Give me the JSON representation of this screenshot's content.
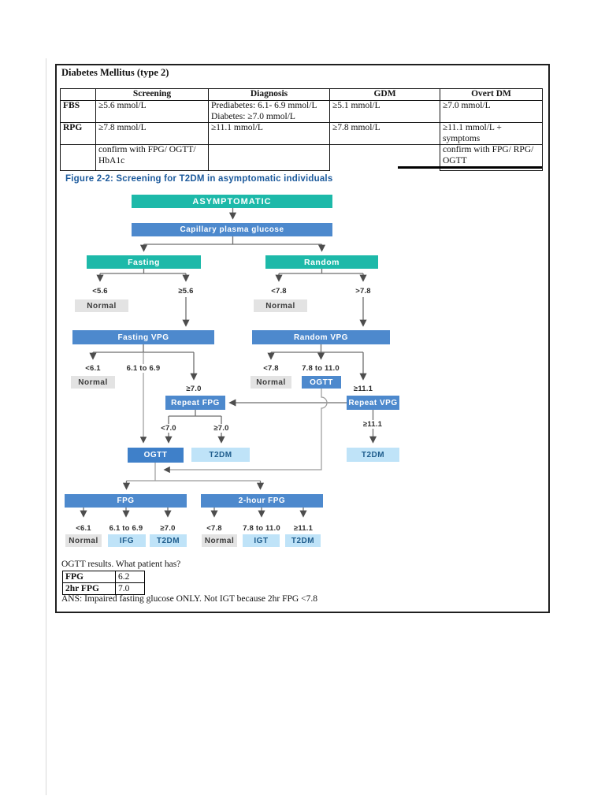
{
  "doc": {
    "title": "Diabetes Mellitus (type 2)"
  },
  "summary_table": {
    "col_headers": {
      "c1": "Screening",
      "c2": "Diagnosis",
      "c3": "GDM",
      "c4": "Overt DM"
    },
    "fbs": {
      "label": "FBS",
      "screening": "≥5.6 mmol/L",
      "diagnosis": "Prediabetes: 6.1- 6.9 mmol/L\nDiabetes: ≥7.0 mmol/L",
      "gdm": "≥5.1 mmol/L",
      "overt_dm": "≥7.0 mmol/L"
    },
    "rpg": {
      "label": "RPG",
      "screening": "≥7.8 mmol/L",
      "diagnosis": "≥11.1 mmol/L",
      "gdm": "≥7.8 mmol/L",
      "overt_dm": "≥11.1 mmol/L +\nsymptoms"
    },
    "confirm": {
      "screening": "confirm with FPG/ OGTT/\nHbA1c",
      "overt_dm": "confirm with FPG/ RPG/\nOGTT"
    }
  },
  "figure": {
    "caption": "Figure 2-2: Screening for T2DM in asymptomatic individuals",
    "nodes": {
      "asymptomatic": "ASYMPTOMATIC",
      "capillary": "Capillary plasma glucose",
      "fasting": "Fasting",
      "random": "Random",
      "lt56": "<5.6",
      "ge56": "≥5.6",
      "lt78a": "<7.8",
      "gt78": ">7.8",
      "normal_a": "Normal",
      "normal_b": "Normal",
      "fasting_vpg": "Fasting VPG",
      "random_vpg": "Random VPG",
      "lt61a": "<6.1",
      "r6169a": "6.1 to 6.9",
      "ge70a": "≥7.0",
      "normal_c": "Normal",
      "lt78b": "<7.8",
      "r78110a": "7.8 to 11.0",
      "ge111a": "≥11.1",
      "normal_d": "Normal",
      "ogtt_a": "OGTT",
      "repeat_fpg": "Repeat FPG",
      "repeat_vpg": "Repeat VPG",
      "lt70": "<7.0",
      "ge70b": "≥7.0",
      "ge111b": "≥11.1",
      "ogtt_b": "OGTT",
      "t2dm_a": "T2DM",
      "t2dm_b": "T2DM",
      "fpg": "FPG",
      "two_hr_fpg": "2-hour FPG",
      "lt61b": "<6.1",
      "r6169b": "6.1 to 6.9",
      "ge70c": "≥7.0",
      "lt78c": "<7.8",
      "r78110b": "7.8 to 11.0",
      "ge111c": "≥11.1",
      "normal_e": "Normal",
      "ifg": "IFG",
      "t2dm_c": "T2DM",
      "normal_f": "Normal",
      "igt": "IGT",
      "t2dm_d": "T2DM"
    }
  },
  "quiz": {
    "prompt": "OGTT results. What patient has?",
    "rows": [
      {
        "label": "FPG",
        "value": "6.2"
      },
      {
        "label": "2hr FPG",
        "value": "7.0"
      }
    ],
    "answer": "ANS: Impaired fasting glucose ONLY. Not IGT because 2hr FPG <7.8"
  },
  "colors": {
    "teal": "#1db9a9",
    "blue": "#4d89cd",
    "blue_dark": "#3f80c9",
    "light_blue": "#bfe3f8",
    "gray_box": "#e3e3e3",
    "caption_blue": "#1c5a9c"
  }
}
